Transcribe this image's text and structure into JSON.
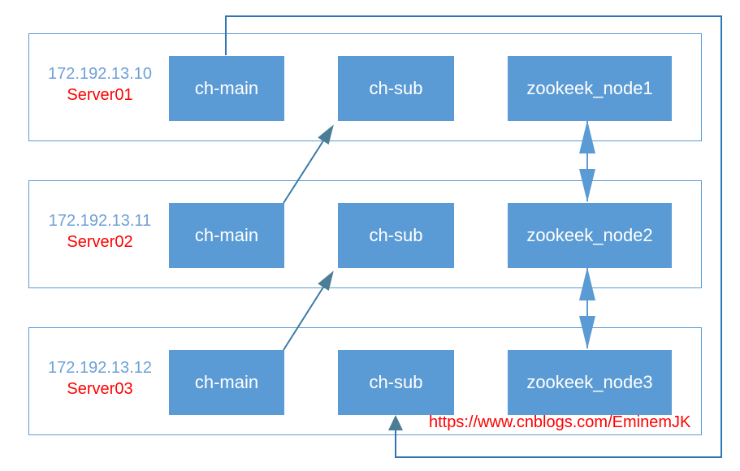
{
  "servers": [
    {
      "ip": "172.192.13.10",
      "name": "Server01",
      "main_label": "ch-main",
      "sub_label": "ch-sub",
      "zk_label": "zookeek_node1"
    },
    {
      "ip": "172.192.13.11",
      "name": "Server02",
      "main_label": "ch-main",
      "sub_label": "ch-sub",
      "zk_label": "zookeek_node2"
    },
    {
      "ip": "172.192.13.12",
      "name": "Server03",
      "main_label": "ch-main",
      "sub_label": "ch-sub",
      "zk_label": "zookeek_node3"
    }
  ],
  "connections": [
    {
      "from": "Server01.ch-main",
      "to": "Server03.ch-sub",
      "direction": "one-way",
      "route": "orthogonal loop over top, right and bottom edges"
    },
    {
      "from": "Server02.ch-main",
      "to": "Server01.ch-sub",
      "direction": "one-way",
      "route": "diagonal"
    },
    {
      "from": "Server03.ch-main",
      "to": "Server02.ch-sub",
      "direction": "one-way",
      "route": "diagonal"
    },
    {
      "from": "zookeek_node1",
      "to": "zookeek_node2",
      "direction": "two-way",
      "route": "vertical"
    },
    {
      "from": "zookeek_node2",
      "to": "zookeek_node3",
      "direction": "two-way",
      "route": "vertical"
    }
  ],
  "watermark": {
    "url": "https://www.cnblogs.com/EminemJK"
  },
  "colors": {
    "box_fill": "#5b9bd5",
    "box_text": "#ffffff",
    "container_border": "#5b9bd5",
    "loop_line": "#2e75b6",
    "arrow_line": "#3c7ba6",
    "arrow_head": "#4c7d96",
    "double_arrow": "#5b9bd5",
    "ip_text": "#6fa0d8",
    "accent_red": "#ff0000"
  }
}
